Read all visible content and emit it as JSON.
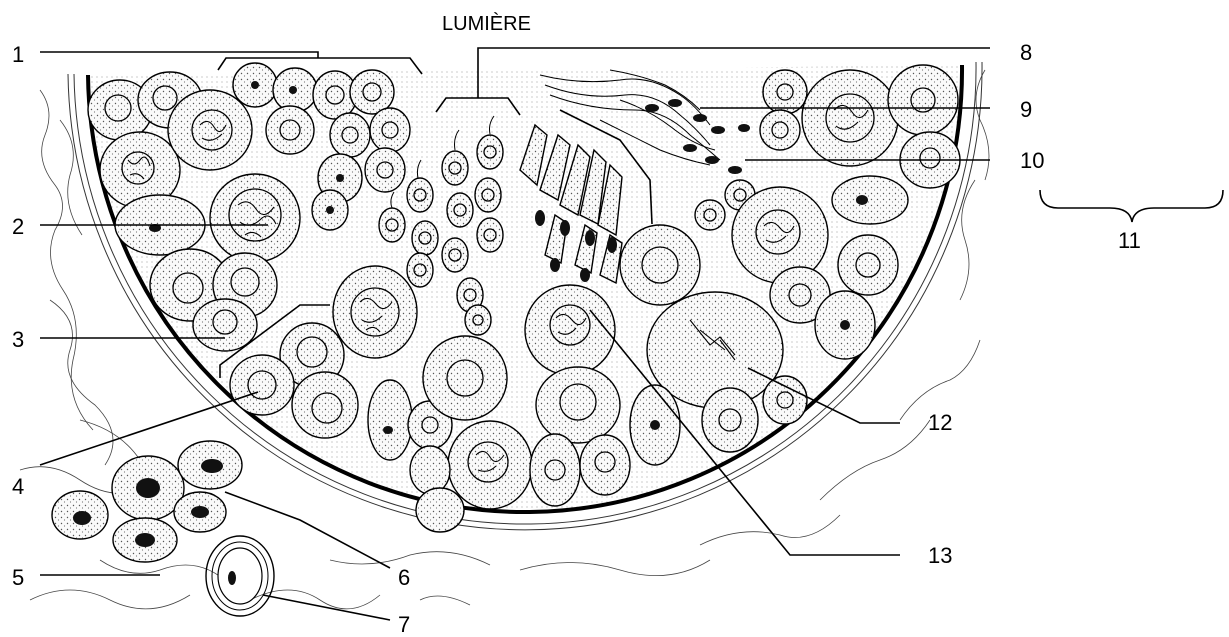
{
  "title": "LUMIÈRE",
  "labels": {
    "l1": "1",
    "l2": "2",
    "l3": "3",
    "l4": "4",
    "l5": "5",
    "l6": "6",
    "l7": "7",
    "l8": "8",
    "l9": "9",
    "l10": "10",
    "l11": "11",
    "l12": "12",
    "l13": "13"
  }
}
